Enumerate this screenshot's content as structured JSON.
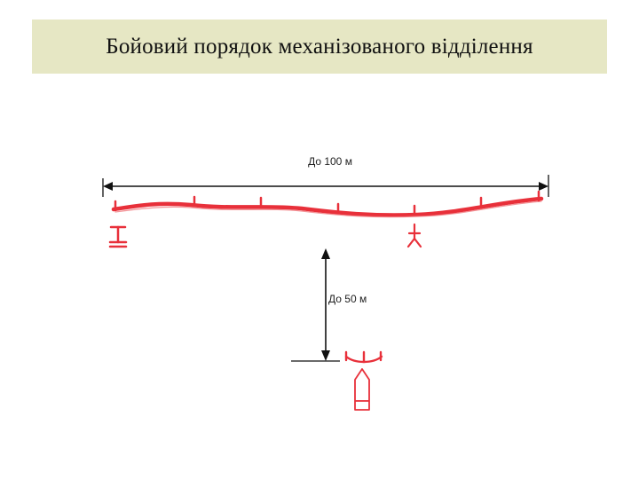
{
  "slide": {
    "title": "Бойовий порядок механізованого відділення"
  },
  "diagram": {
    "width_label": "До 100 м",
    "depth_label": "До 50 м",
    "colors": {
      "formation": "#e8303a",
      "dimension": "#111111"
    },
    "icons": [
      "squad-leader-icon",
      "machine-gunner-icon",
      "infantry-vehicle-icon",
      "vehicle-crew-icon",
      "soldier-position-icon"
    ]
  }
}
